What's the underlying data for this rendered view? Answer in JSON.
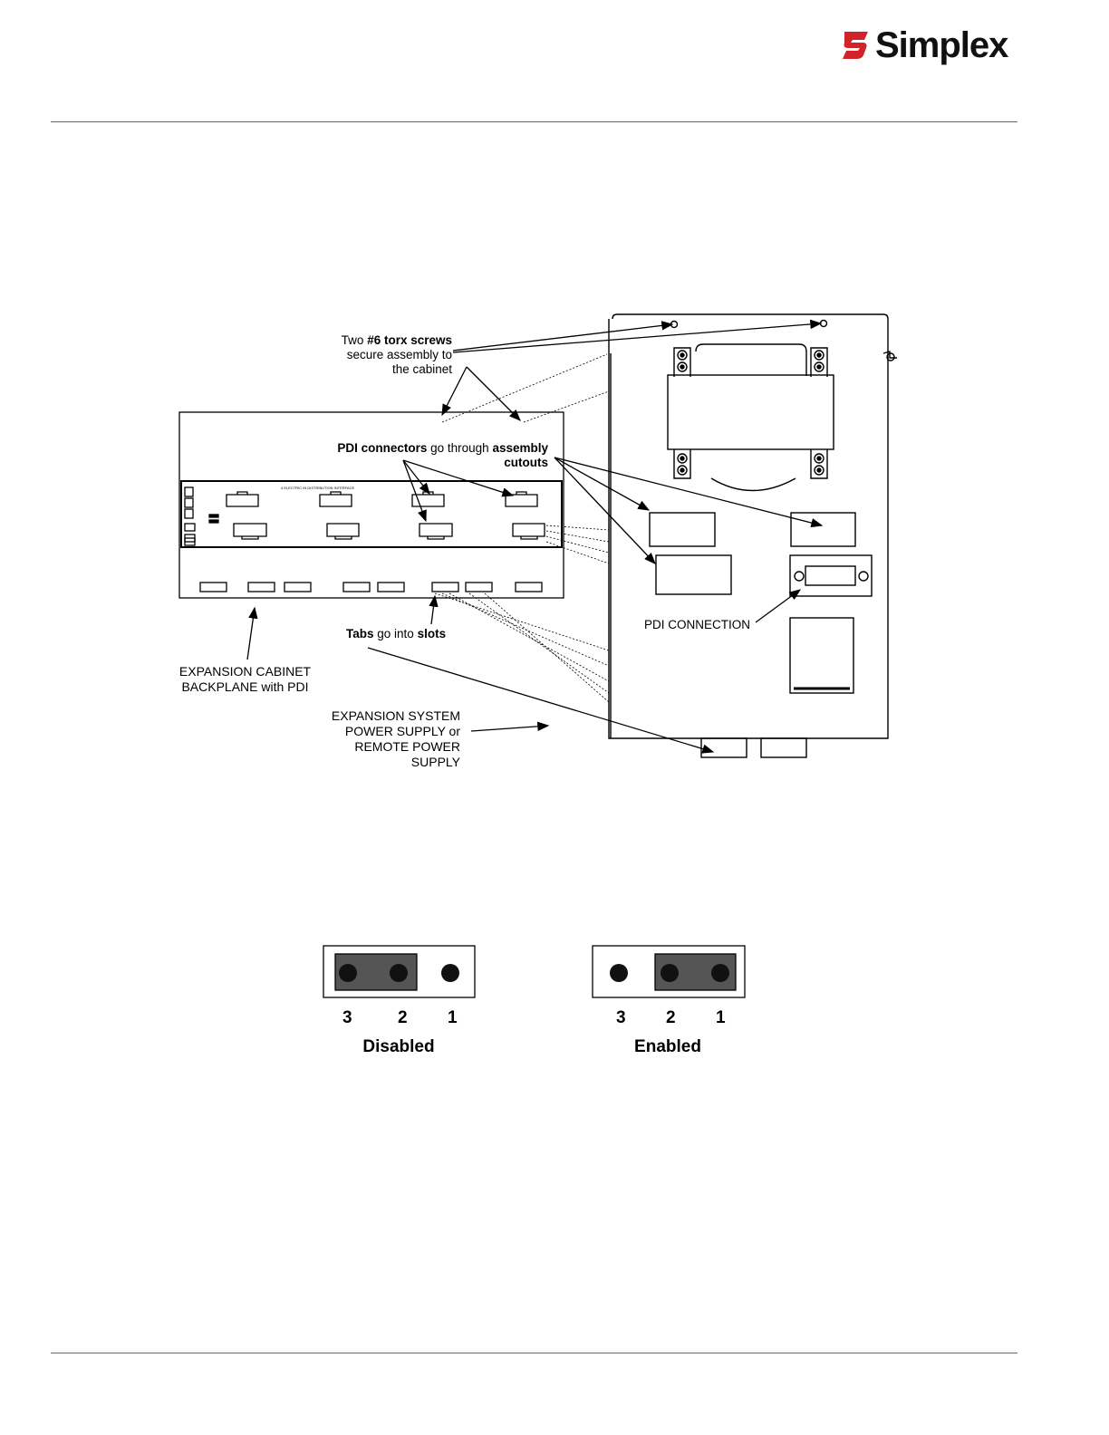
{
  "header": {
    "brand": "Simplex",
    "brand_color": "#d2232a",
    "logo_icon": "simplex-s-mark-icon"
  },
  "figure1": {
    "callouts": {
      "torx_prefix": "Two ",
      "torx_bold": "#6 torx screws",
      "torx_line2": "secure assembly to",
      "torx_line3": "the cabinet",
      "pdi_bold1": "PDI connectors",
      "pdi_mid": " go through ",
      "pdi_bold2": "assembly",
      "pdi_line2": "cutouts",
      "pdi_connection": "PDI CONNECTION",
      "tabs_bold1": "Tabs",
      "tabs_mid": " go into ",
      "tabs_bold2": "slots",
      "backplane_line1": "EXPANSION CABINET",
      "backplane_line2": "BACKPLANE with PDI",
      "psu_line1": "EXPANSION SYSTEM",
      "psu_line2": "POWER SUPPLY or",
      "psu_line3": "REMOTE POWER",
      "psu_line4": "SUPPLY"
    }
  },
  "figure2": {
    "disabled": {
      "pins": [
        "3",
        "2",
        "1"
      ],
      "caption": "Disabled"
    },
    "enabled": {
      "pins": [
        "3",
        "2",
        "1"
      ],
      "caption": "Enabled"
    }
  }
}
